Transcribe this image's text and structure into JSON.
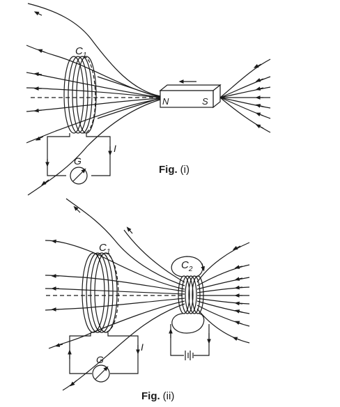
{
  "figure1": {
    "coil_label": "C",
    "coil_sub": "1",
    "magnet_north": "N",
    "magnet_south": "S",
    "galvanometer": "G",
    "current": "I",
    "caption_bold": "Fig.",
    "caption_num": "(i)"
  },
  "figure2": {
    "coil1_label": "C",
    "coil1_sub": "1",
    "coil2_label": "C",
    "coil2_sub": "2",
    "galvanometer": "G",
    "current": "I",
    "caption_bold": "Fig.",
    "caption_num": "(ii)"
  },
  "colors": {
    "ink": "#1a1a1a",
    "background": "#ffffff"
  }
}
